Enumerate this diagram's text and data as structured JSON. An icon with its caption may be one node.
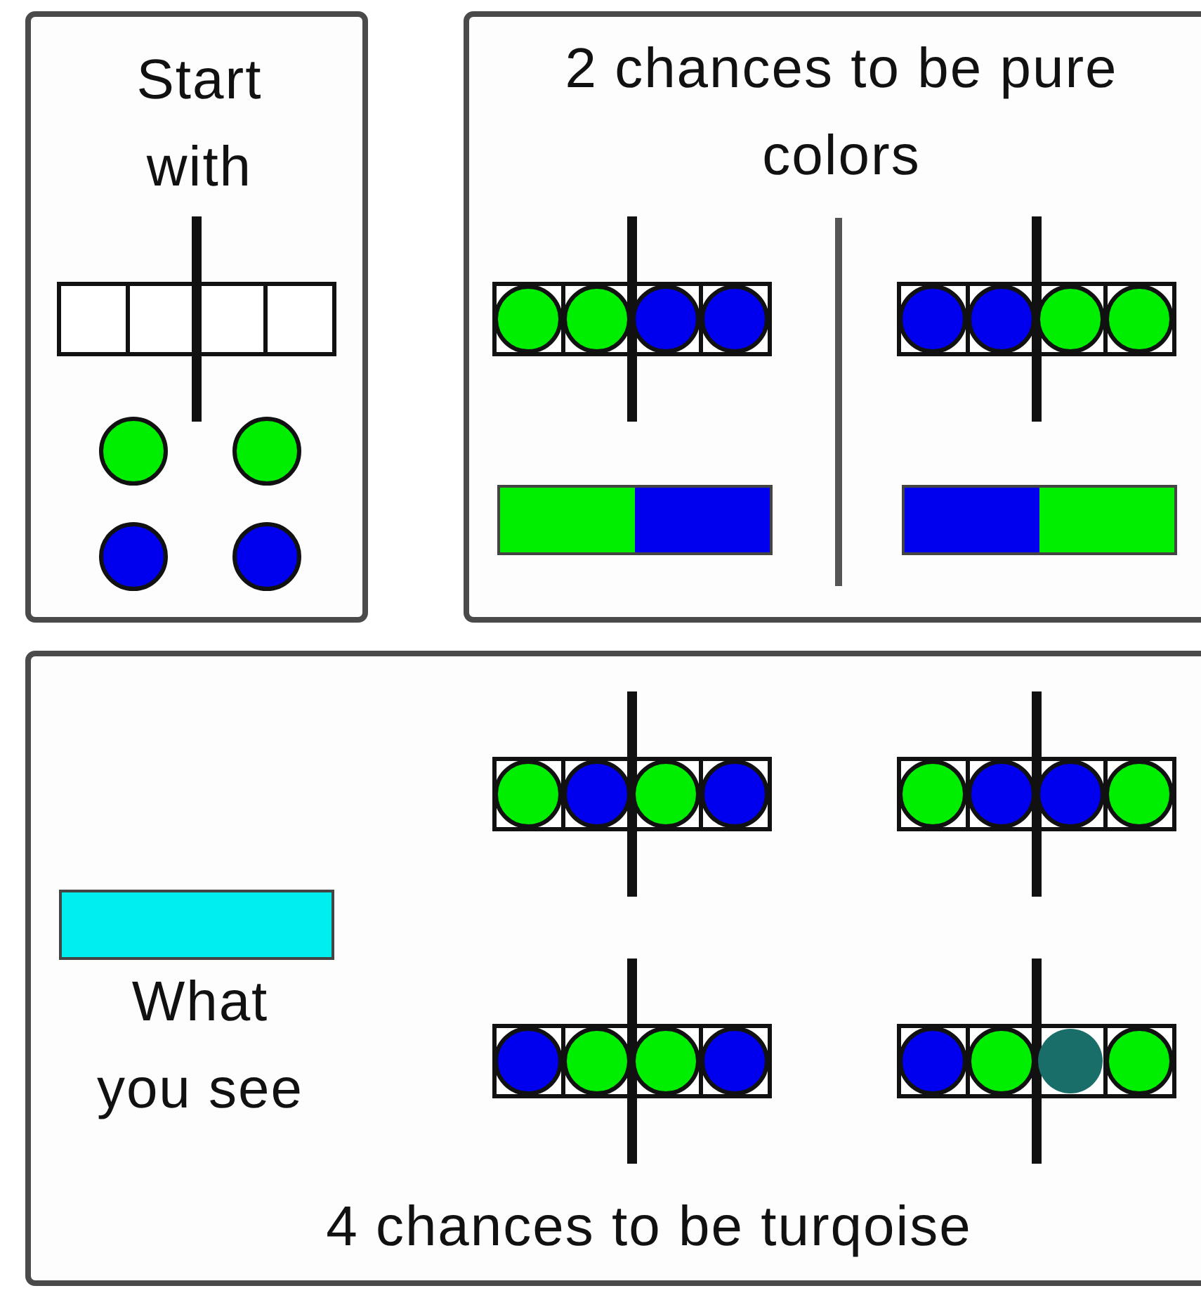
{
  "diagram": {
    "nodes": [
      {
        "text": [
          "Start with"
        ]
      },
      {
        "text": [
          "2 chances to be pure colors"
        ]
      },
      {
        "text": [
          "What you see",
          "4 chances to be turqoise"
        ]
      }
    ]
  }
}
